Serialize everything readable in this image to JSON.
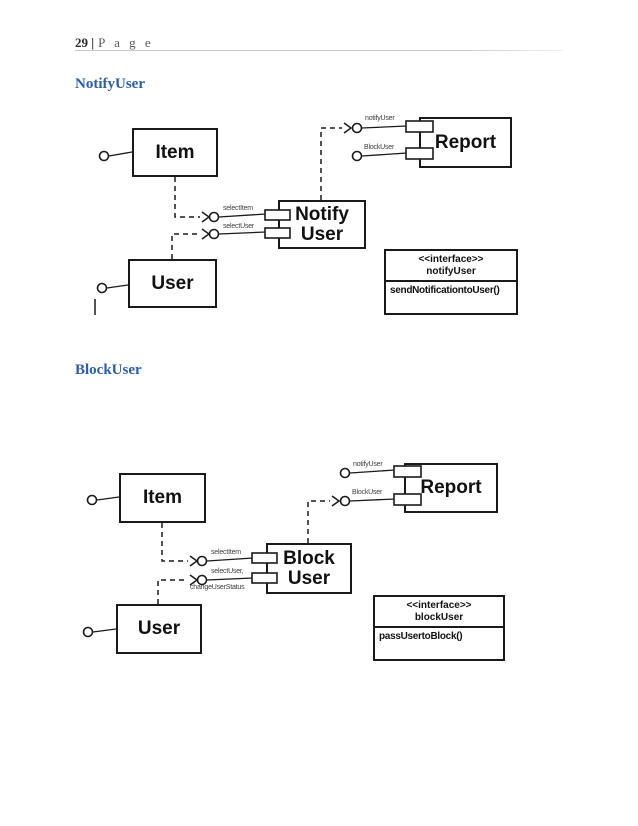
{
  "header": {
    "page_number": "29 |",
    "page_word": "P a g e"
  },
  "colors": {
    "heading_blue": "#2a5dab",
    "stroke_black": "#1a1a1a",
    "label_gray": "#3d3d3d"
  },
  "sections": {
    "notify": {
      "title": "NotifyUser",
      "boxes": {
        "item": "Item",
        "report": "Report",
        "component": "Notify User",
        "user": "User"
      },
      "labels": {
        "notify_user": "notifyUser",
        "block_user": "BlockUser",
        "select_item": "selectItem",
        "select_user": "selectUser"
      },
      "interface": {
        "stereotype": "<<interface>>",
        "name": "notifyUser",
        "method": "sendNotificationtoUser()"
      }
    },
    "block": {
      "title": "BlockUser",
      "boxes": {
        "item": "Item",
        "report": "Report",
        "component": "Block User",
        "user": "User"
      },
      "labels": {
        "notify_user": "notifyUser",
        "block_user": "BlockUser",
        "select_item": "selectItem",
        "select_user": "selectUser,",
        "change_user_status": "changeUserStatus"
      },
      "interface": {
        "stereotype": "<<interface>>",
        "name": "blockUser",
        "method": "passUsertoBlock()"
      }
    }
  }
}
